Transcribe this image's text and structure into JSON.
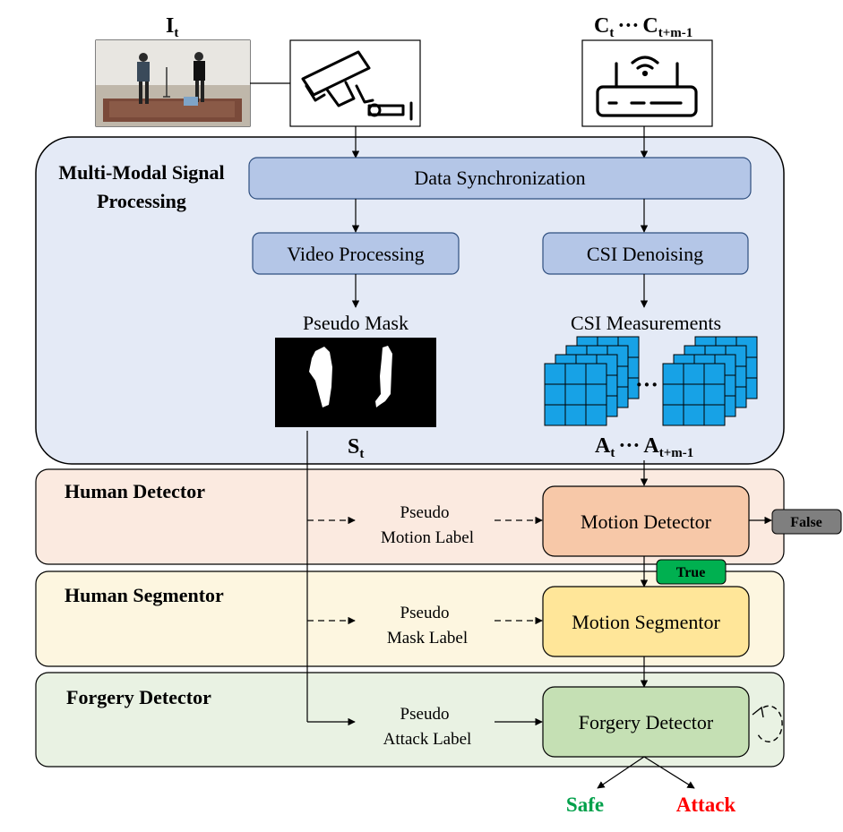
{
  "top": {
    "image_label_main": "I",
    "image_label_sub": "t",
    "csi_label_c1": "C",
    "csi_label_c1_sub": "t",
    "csi_label_dots": "···",
    "csi_label_c2": "C",
    "csi_label_c2_sub": "t+m-1"
  },
  "signal_processing": {
    "title_line1": "Multi-Modal Signal",
    "title_line2": "Processing",
    "sync": "Data Synchronization",
    "video": "Video Processing",
    "csi_denoise": "CSI Denoising",
    "pseudo_mask": "Pseudo Mask",
    "csi_meas": "CSI Measurements",
    "grid_dots": "···",
    "s_label": "S",
    "s_sub": "t",
    "a_label1": "A",
    "a_label1_sub": "t",
    "a_dots": "···",
    "a_label2": "A",
    "a_label2_sub": "t+m-1"
  },
  "human_detector": {
    "title": "Human Detector",
    "pseudo_line1": "Pseudo",
    "pseudo_line2": "Motion Label",
    "box": "Motion Detector",
    "false_label": "False",
    "true_label": "True"
  },
  "human_segmentor": {
    "title": "Human Segmentor",
    "pseudo_line1": "Pseudo",
    "pseudo_line2": "Mask Label",
    "box": "Motion Segmentor"
  },
  "forgery_detector": {
    "title": "Forgery Detector",
    "pseudo_line1": "Pseudo",
    "pseudo_line2": "Attack Label",
    "box": "Forgery Detector"
  },
  "outputs": {
    "safe": "Safe",
    "attack": "Attack"
  },
  "colors": {
    "panel_signal": "#e4eaf6",
    "panel_detector": "#fbeae0",
    "panel_segmentor": "#fdf6e0",
    "panel_forgery": "#e9f2e3",
    "box_blue": "#b4c6e7",
    "box_motion": "#f7c8a8",
    "box_segment": "#ffe699",
    "box_forgery": "#c5e0b4",
    "csi_cube": "#17a2e6",
    "false_badge": "#7f7f7f",
    "true_badge": "#00b050",
    "safe_text": "#00a04a",
    "attack_text": "#ff0000"
  }
}
